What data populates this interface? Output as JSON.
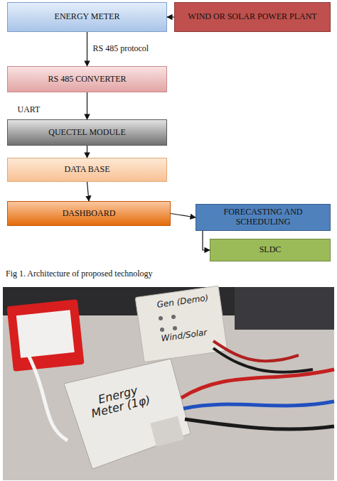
{
  "diagram": {
    "caption": "Fig 1. Architecture of proposed technology",
    "nodes": [
      {
        "text": [
          "ENERGY METER"
        ]
      },
      {
        "text": [
          "WIND OR SOLAR POWER PLANT"
        ]
      },
      {
        "text": [
          "RS 485 CONVERTER"
        ]
      },
      {
        "text": [
          "QUECTEL MODULE"
        ]
      },
      {
        "text": [
          "DATA BASE"
        ]
      },
      {
        "text": [
          "DASHBOARD"
        ]
      },
      {
        "text": [
          "FORECASTING AND SCHEDULING"
        ]
      },
      {
        "text": [
          "SLDC"
        ]
      }
    ],
    "edges": [
      {
        "from": 1,
        "to": 0,
        "arrow": "to"
      },
      {
        "from": 0,
        "to": 2,
        "label": "RS 485 protocol",
        "arrow": "to"
      },
      {
        "from": 2,
        "to": 3,
        "label": "UART",
        "arrow": "to"
      },
      {
        "from": 3,
        "to": 4,
        "arrow": "to"
      },
      {
        "from": 4,
        "to": 5,
        "arrow": "to"
      },
      {
        "from": 5,
        "to": 6,
        "arrow": "to"
      },
      {
        "from": 6,
        "to": 7,
        "arrow": "to"
      }
    ],
    "labels": [
      "Gen (Demo)",
      "Wind/Solar",
      "Energy Meter (1φ)"
    ]
  }
}
